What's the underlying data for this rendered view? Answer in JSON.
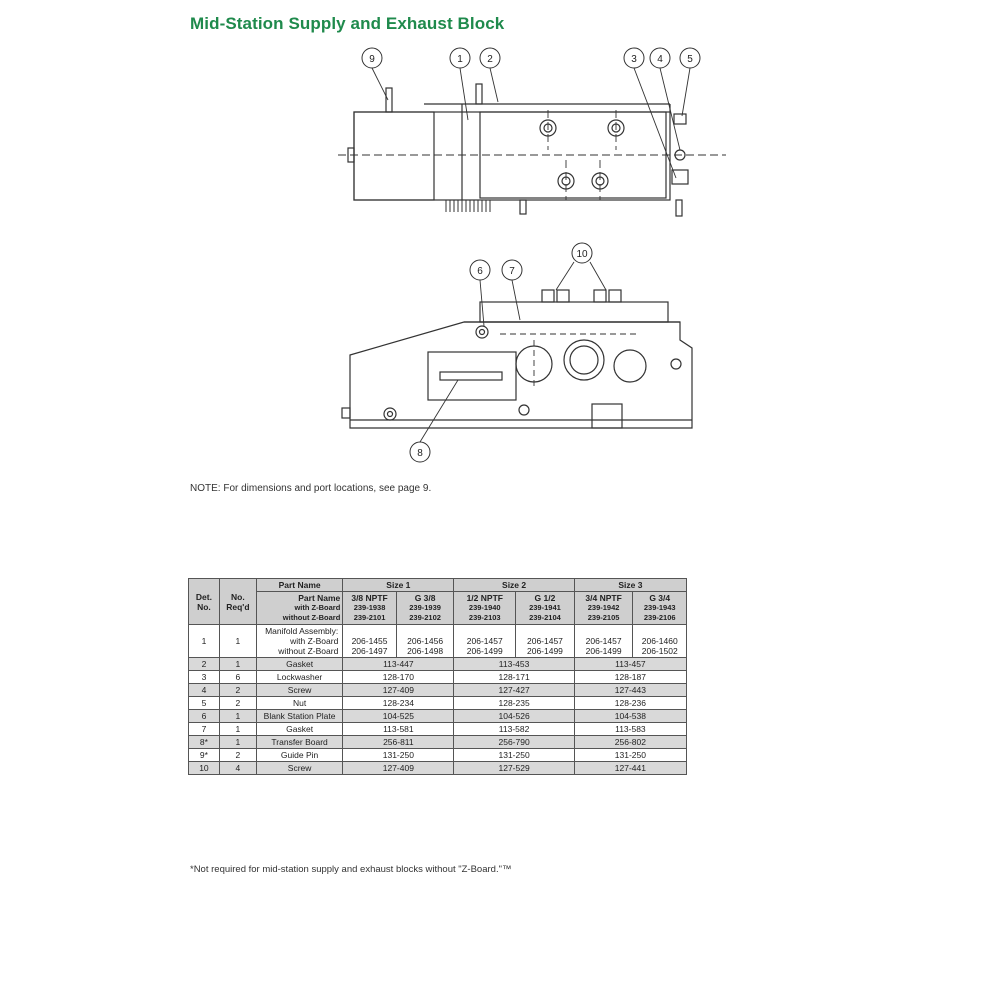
{
  "title": "Mid-Station Supply and Exhaust Block",
  "callouts": [
    "1",
    "2",
    "3",
    "4",
    "5",
    "6",
    "7",
    "8",
    "9",
    "10"
  ],
  "note": "NOTE: For dimensions and port locations, see page 9.",
  "footnote": "*Not required for mid-station supply and exhaust blocks without \"Z-Board.\"™",
  "table": {
    "headers": {
      "det": "Det. No.",
      "req": "No. Req'd",
      "part_name": "Part Name",
      "part_name_sub": "Part Name",
      "with_z": "with Z-Board",
      "without_z": "without Z-Board",
      "size1": "Size 1",
      "size2": "Size 2",
      "size3": "Size 3",
      "cols": [
        {
          "thread": "3/8 NPTF",
          "with": "239-1938",
          "without": "239-2101"
        },
        {
          "thread": "G 3/8",
          "with": "239-1939",
          "without": "239-2102"
        },
        {
          "thread": "1/2 NPTF",
          "with": "239-1940",
          "without": "239-2103"
        },
        {
          "thread": "G 1/2",
          "with": "239-1941",
          "without": "239-2104"
        },
        {
          "thread": "3/4 NPTF",
          "with": "239-1942",
          "without": "239-2105"
        },
        {
          "thread": "G 3/4",
          "with": "239-1943",
          "without": "239-2106"
        }
      ]
    },
    "row1": {
      "det": "1",
      "req": "1",
      "name1": "Manifold Assembly:",
      "name2": "with Z-Board",
      "name3": "without Z-Board",
      "with": [
        "206-1455",
        "206-1456",
        "206-1457",
        "206-1457",
        "206-1457",
        "206-1460"
      ],
      "without": [
        "206-1497",
        "206-1498",
        "206-1499",
        "206-1499",
        "206-1499",
        "206-1502"
      ]
    },
    "rows": [
      {
        "det": "2",
        "req": "1",
        "name": "Gasket",
        "s1": "113-447",
        "s2": "113-453",
        "s3": "113-457"
      },
      {
        "det": "3",
        "req": "6",
        "name": "Lockwasher",
        "s1": "128-170",
        "s2": "128-171",
        "s3": "128-187"
      },
      {
        "det": "4",
        "req": "2",
        "name": "Screw",
        "s1": "127-409",
        "s2": "127-427",
        "s3": "127-443"
      },
      {
        "det": "5",
        "req": "2",
        "name": "Nut",
        "s1": "128-234",
        "s2": "128-235",
        "s3": "128-236"
      },
      {
        "det": "6",
        "req": "1",
        "name": "Blank Station Plate",
        "s1": "104-525",
        "s2": "104-526",
        "s3": "104-538"
      },
      {
        "det": "7",
        "req": "1",
        "name": "Gasket",
        "s1": "113-581",
        "s2": "113-582",
        "s3": "113-583"
      },
      {
        "det": "8*",
        "req": "1",
        "name": "Transfer Board",
        "s1": "256-811",
        "s2": "256-790",
        "s3": "256-802"
      },
      {
        "det": "9*",
        "req": "2",
        "name": "Guide Pin",
        "s1": "131-250",
        "s2": "131-250",
        "s3": "131-250"
      },
      {
        "det": "10",
        "req": "4",
        "name": "Screw",
        "s1": "127-409",
        "s2": "127-529",
        "s3": "127-441"
      }
    ]
  }
}
